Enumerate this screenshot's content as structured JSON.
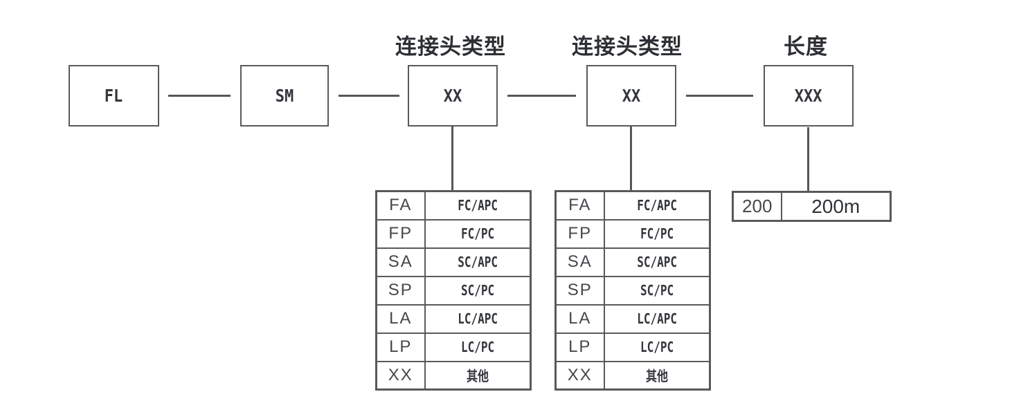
{
  "diagram": {
    "title": "product ordering code diagram",
    "code_boxes": [
      {
        "code": "FL",
        "label": ""
      },
      {
        "code": "SM",
        "label": ""
      },
      {
        "code": "XX",
        "label": "连接头类型"
      },
      {
        "code": "XX",
        "label": "连接头类型"
      },
      {
        "code": "XXX",
        "label": "长度"
      }
    ],
    "connector_tables": [
      {
        "rows": [
          {
            "code": "FA",
            "value": "FC/APC"
          },
          {
            "code": "FP",
            "value": "FC/PC"
          },
          {
            "code": "SA",
            "value": "SC/APC"
          },
          {
            "code": "SP",
            "value": "SC/PC"
          },
          {
            "code": "LA",
            "value": "LC/APC"
          },
          {
            "code": "LP",
            "value": "LC/PC"
          },
          {
            "code": "XX",
            "value": "其他"
          }
        ]
      },
      {
        "rows": [
          {
            "code": "FA",
            "value": "FC/APC"
          },
          {
            "code": "FP",
            "value": "FC/PC"
          },
          {
            "code": "SA",
            "value": "SC/APC"
          },
          {
            "code": "SP",
            "value": "SC/PC"
          },
          {
            "code": "LA",
            "value": "LC/APC"
          },
          {
            "code": "LP",
            "value": "LC/PC"
          },
          {
            "code": "XX",
            "value": "其他"
          }
        ]
      }
    ],
    "length_table": {
      "rows": [
        {
          "code": "200",
          "value": "200m"
        }
      ]
    },
    "colors": {
      "line": "#58595b",
      "text": "#33363b",
      "background": "#ffffff"
    }
  }
}
